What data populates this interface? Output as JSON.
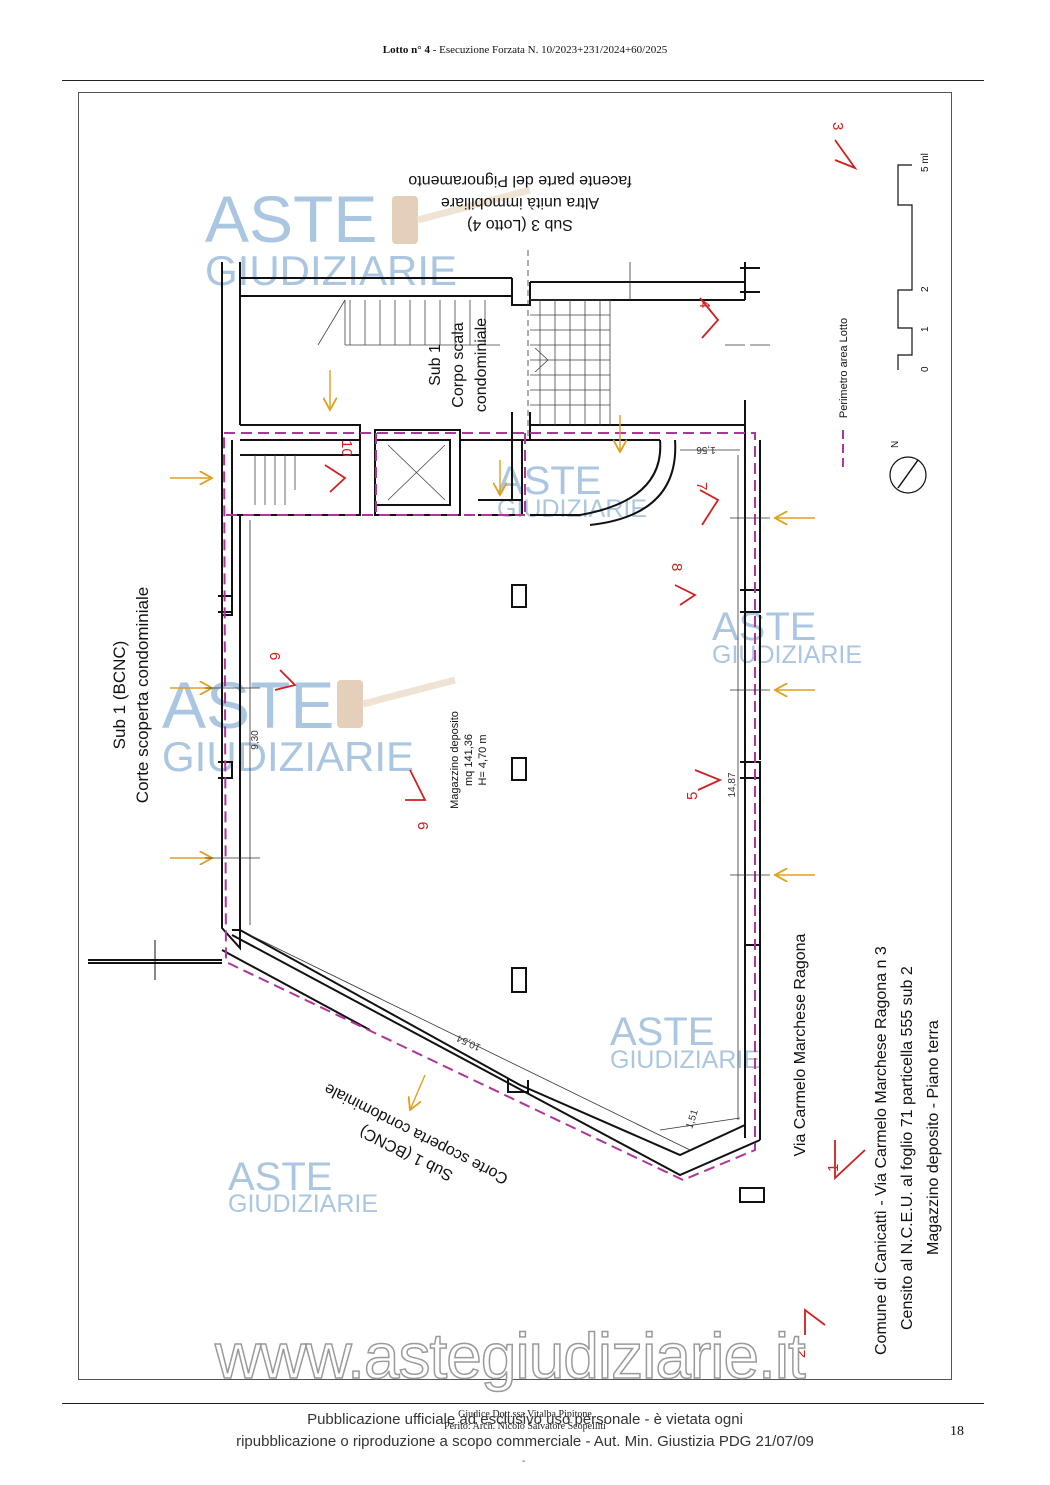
{
  "header": {
    "lot_label": "Lotto n° 4",
    "procedure": " - Esecuzione Forzata N. 10/2023+231/2024+60/2025"
  },
  "plan": {
    "sub3_line1": "Sub 3 (Lotto 4)",
    "sub3_line2": "Altra unità immobiliare",
    "sub3_line3": "facente parte del Pignoramento",
    "sub1_stair_line1": "Sub 1",
    "sub1_stair_line2": "Corpo scala",
    "sub1_stair_line3": "condominiale",
    "sub1_left_line1": "Sub 1 (BCNC)",
    "sub1_left_line2": "Corte scoperta condominiale",
    "sub1_bottom_line1": "Sub 1 (BCNC)",
    "sub1_bottom_line2": "Corte scoperta condominiale",
    "room_line1": "Magazzino deposito",
    "room_line2": "mq 141,36",
    "room_line3": "H= 4,70 m",
    "street": "Via Carmelo Marchese Ragona",
    "legend_perimeter": "Perimetro area Lotto",
    "north": "N",
    "scale_labels": [
      "0",
      "1",
      "2",
      "5 ml"
    ],
    "dimensions": {
      "d_156": "1,56",
      "d_930": "9,30",
      "d_1487": "14,87",
      "d_1054": "10,54",
      "d_151": "1,51"
    },
    "views": [
      "1",
      "2",
      "3",
      "4",
      "5",
      "6",
      "7",
      "8",
      "9",
      "10"
    ],
    "caption_line1": "Comune di Canicattì - Via Carmelo Marchese Ragona n 3",
    "caption_line2": "Censito al N.C.E.U. al foglio 71 particella 555 sub 2",
    "caption_line3": "Magazzino deposito - Piano terra",
    "watermark_text": "ASTE",
    "watermark_sub": "GIUDIZIARIE",
    "website_watermark": "www.astegiudiziarie.it"
  },
  "footer": {
    "notice_line1": "Pubblicazione ufficiale ad esclusivo uso personale - è vietata ogni",
    "notice_line2": "ripubblicazione o riproduzione a scopo commerciale - Aut. Min. Giustizia PDG 21/07/09",
    "judge": "Giudice Dott.ssa Vitalba Pipitone",
    "expert": "Perito: Arch. Nicolò Salvatore Scopelliti",
    "page_number": "18",
    "dash": "-"
  },
  "colors": {
    "wall": "#111111",
    "perimeter": "#b0359a",
    "view_marker": "#d02020",
    "arrow": "#e0a020",
    "watermark": "#8fb4d8"
  }
}
